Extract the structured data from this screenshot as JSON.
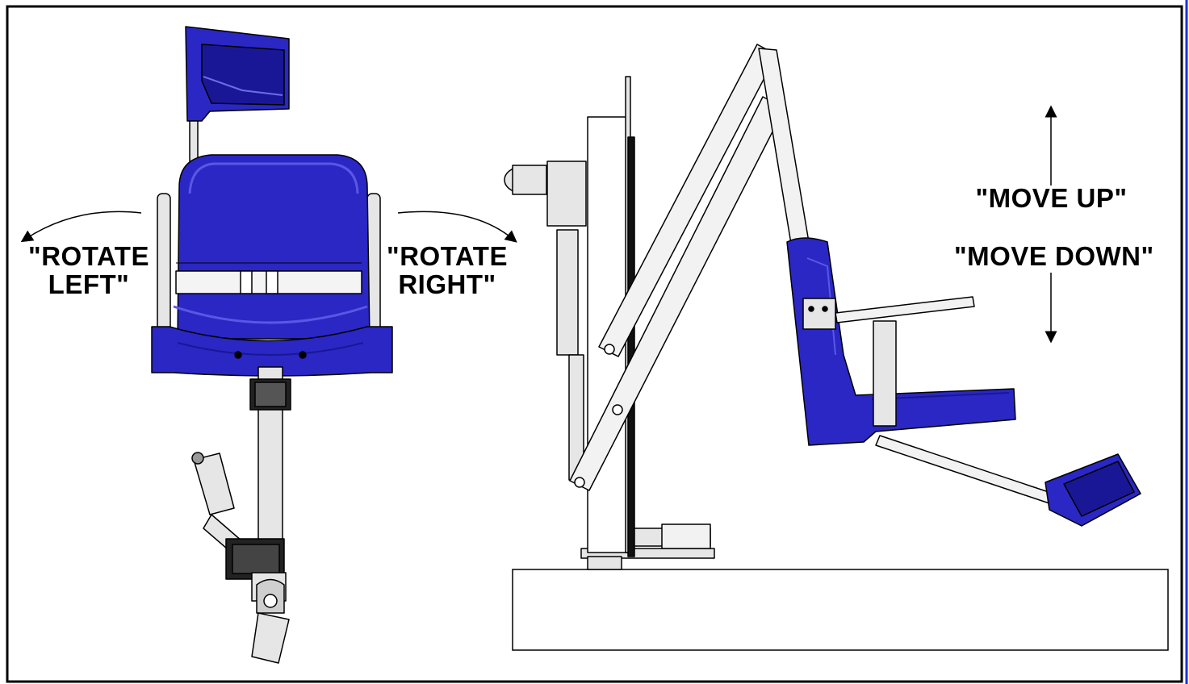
{
  "colors": {
    "seat_blue": "#2a27c4",
    "seat_blue_dark": "#1a1796",
    "seat_blue_light": "#4d4ae0",
    "metal": "#e6e6e6",
    "outline": "#000000",
    "border_accent": "#1f2fd6"
  },
  "labels": {
    "rotate_left": {
      "line1": "\"ROTATE",
      "line2": "LEFT\""
    },
    "rotate_right": {
      "line1": "\"ROTATE",
      "line2": "RIGHT\""
    },
    "move_up": "\"MOVE UP\"",
    "move_down": "\"MOVE DOWN\""
  }
}
